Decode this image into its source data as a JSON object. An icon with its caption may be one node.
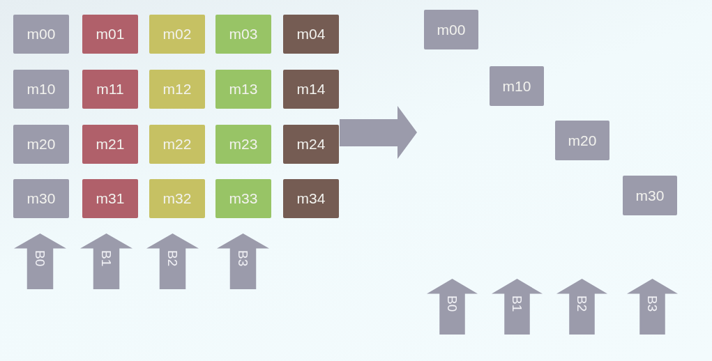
{
  "diagram": {
    "nodes": [
      {
        "text": [
          "m00"
        ]
      },
      {
        "text": [
          "m01"
        ]
      },
      {
        "text": [
          "m02"
        ]
      },
      {
        "text": [
          "m03"
        ]
      },
      {
        "text": [
          "m04"
        ]
      },
      {
        "text": [
          "m10"
        ]
      },
      {
        "text": [
          "m11"
        ]
      },
      {
        "text": [
          "m12"
        ]
      },
      {
        "text": [
          "m13"
        ]
      },
      {
        "text": [
          "m14"
        ]
      },
      {
        "text": [
          "m20"
        ]
      },
      {
        "text": [
          "m21"
        ]
      },
      {
        "text": [
          "m22"
        ]
      },
      {
        "text": [
          "m23"
        ]
      },
      {
        "text": [
          "m24"
        ]
      },
      {
        "text": [
          "m30"
        ]
      },
      {
        "text": [
          "m31"
        ]
      },
      {
        "text": [
          "m32"
        ]
      },
      {
        "text": [
          "m33"
        ]
      },
      {
        "text": [
          "m34"
        ]
      },
      {
        "text": [
          "B0"
        ]
      },
      {
        "text": [
          "B1"
        ]
      },
      {
        "text": [
          "B2"
        ]
      },
      {
        "text": [
          "B3"
        ]
      },
      {
        "text": [
          "m00"
        ]
      },
      {
        "text": [
          "m10"
        ]
      },
      {
        "text": [
          "m20"
        ]
      },
      {
        "text": [
          "m30"
        ]
      },
      {
        "text": [
          "B0"
        ]
      },
      {
        "text": [
          "B1"
        ]
      },
      {
        "text": [
          "B2"
        ]
      },
      {
        "text": [
          "B3"
        ]
      }
    ]
  }
}
